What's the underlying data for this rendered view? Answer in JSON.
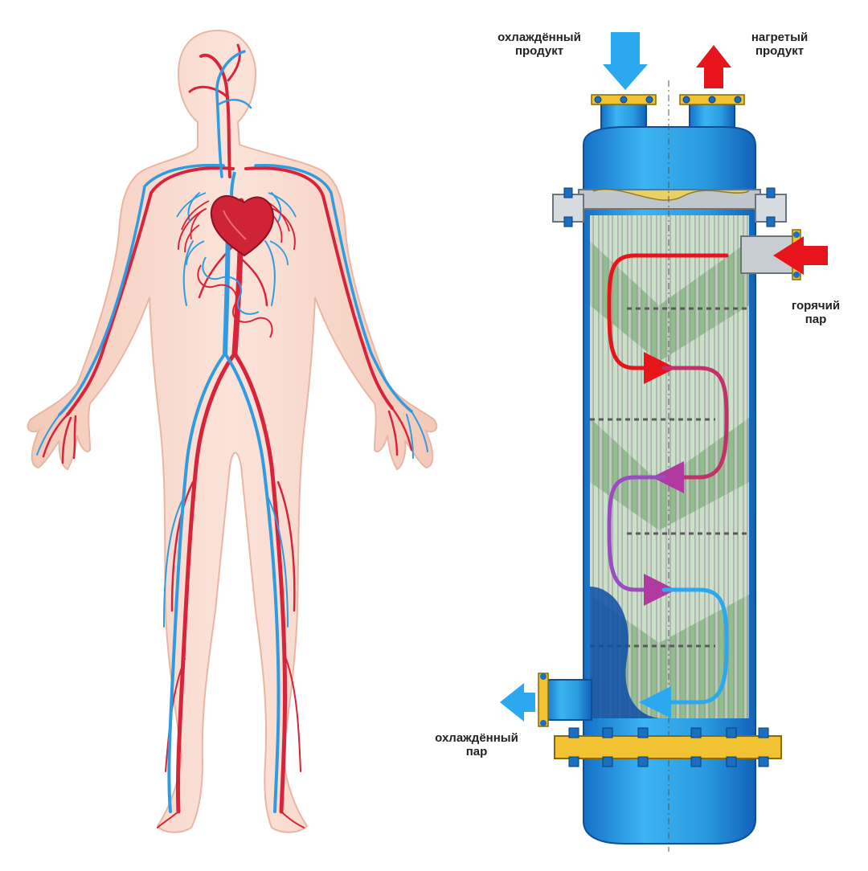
{
  "labels": {
    "cold_product": [
      "охлаждённый",
      "продукт"
    ],
    "hot_product": [
      "нагретый",
      "продукт"
    ],
    "hot_steam": [
      "горячий",
      "пар"
    ],
    "cold_steam": [
      "охлаждённый",
      "пар"
    ]
  },
  "icons": {
    "body": "human-circulatory-system-icon",
    "exchanger": "shell-and-tube-heat-exchanger-icon"
  },
  "colors": {
    "artery": "#d8243a",
    "vein": "#2f9be0",
    "skin": "#f7d6c8",
    "shell": "#2aa4e6",
    "shell_dark": "#1262b8",
    "flange": "#f1c232",
    "tube_green": "#8fbf8a",
    "arrow_in": "#2aa8f0",
    "arrow_hot": "#e8141c"
  }
}
